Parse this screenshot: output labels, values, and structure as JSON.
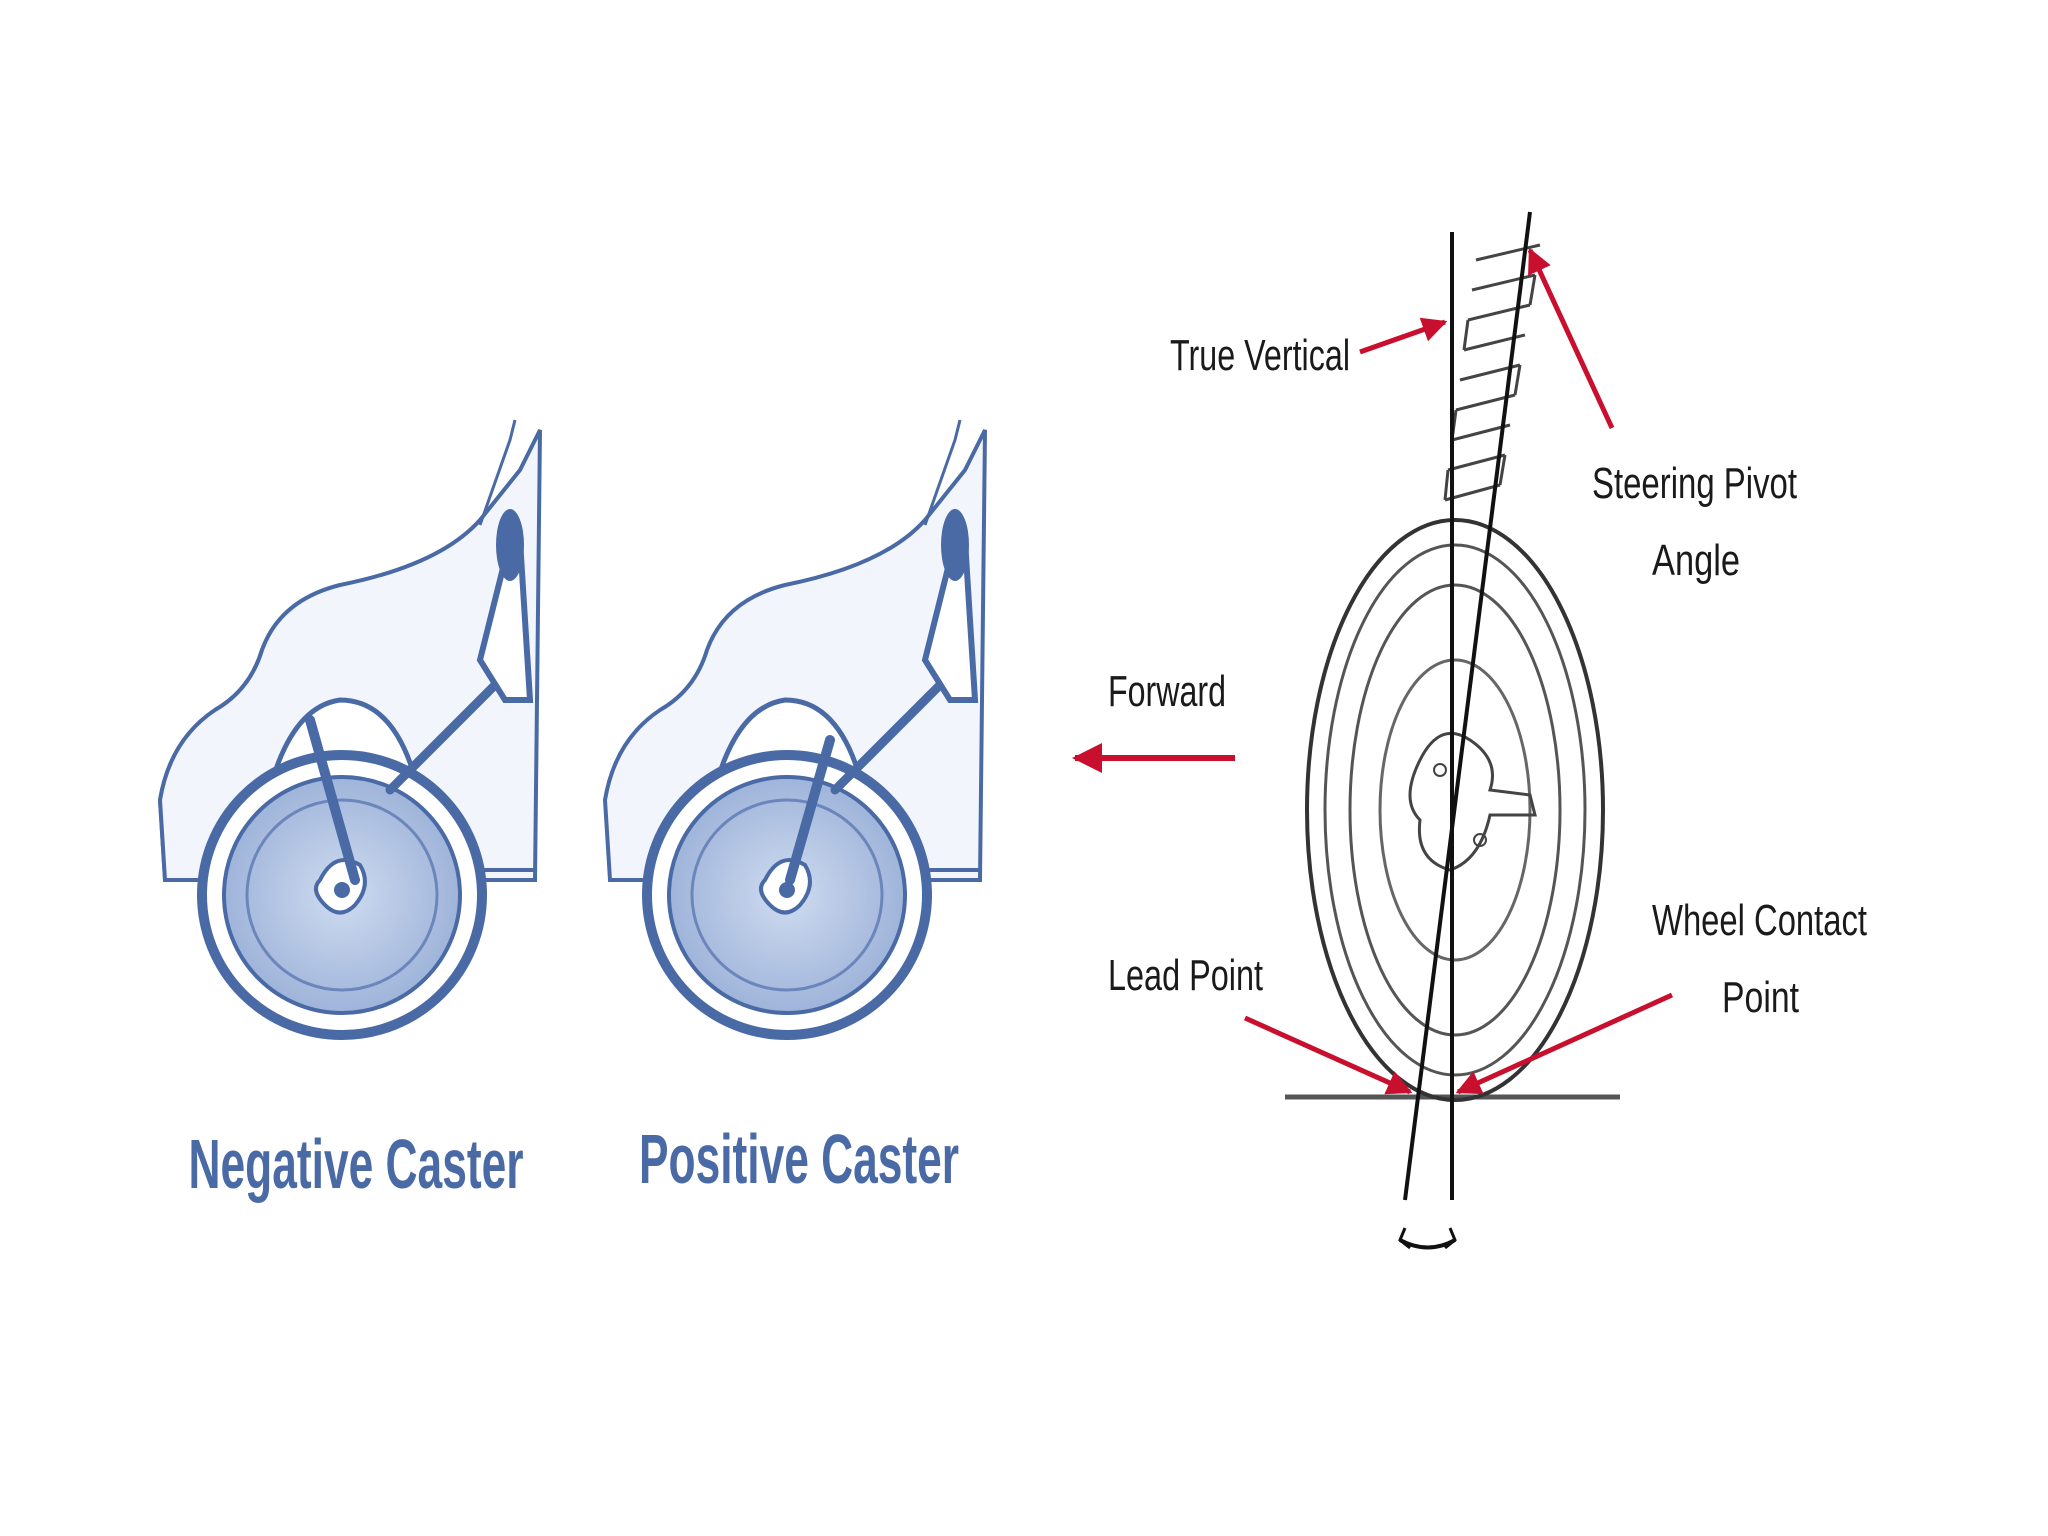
{
  "caster_panels": {
    "negative_label": "Negative Caster",
    "positive_label": "Positive Caster"
  },
  "steering_diagram": {
    "true_vertical": "True Vertical",
    "steering_pivot_angle_line1": "Steering Pivot",
    "steering_pivot_angle_line2": "Angle",
    "forward": "Forward",
    "lead_point": "Lead Point",
    "wheel_contact_point_line1": "Wheel Contact",
    "wheel_contact_point_line2": "Point"
  },
  "colors": {
    "car_outline": "#4a6aa6",
    "car_fill": "#f2f6fc",
    "wheel_fill": "#b7c8e6",
    "arrow_red": "#c8102e",
    "line_dark": "#222222"
  }
}
